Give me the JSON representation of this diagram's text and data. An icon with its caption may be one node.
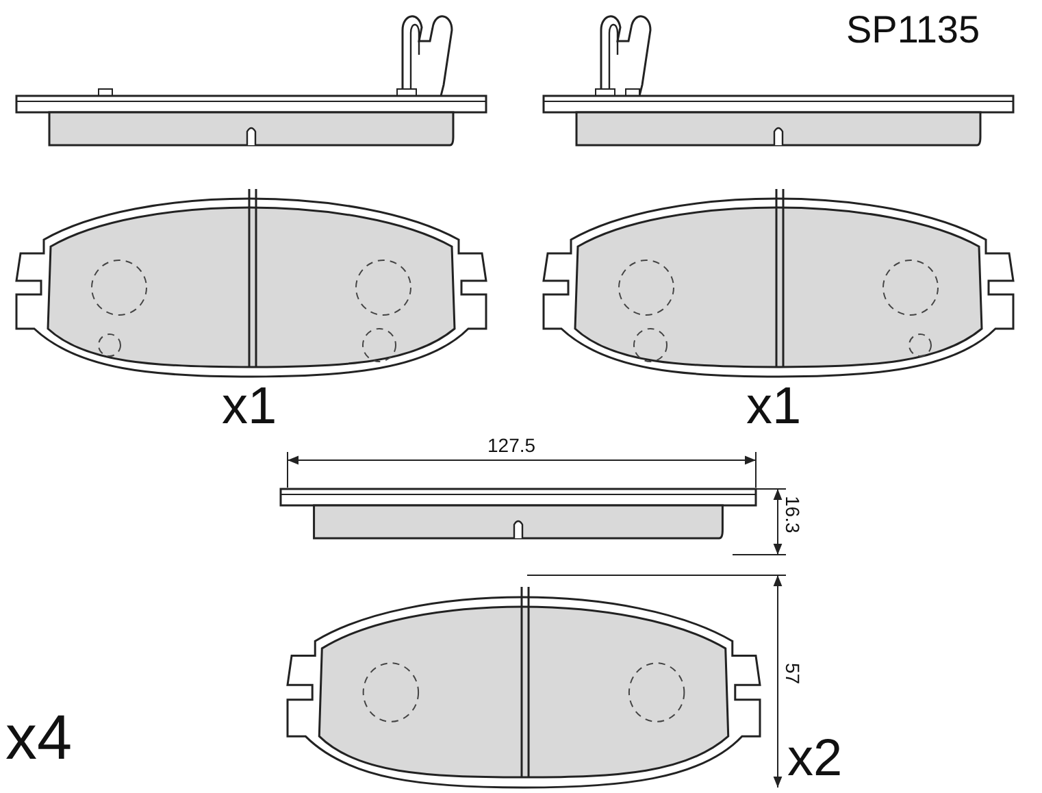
{
  "diagram": {
    "labels": [
      "SP1135",
      "x1",
      "x1",
      "127.5",
      "16.3",
      "57",
      "x4",
      "x2"
    ]
  }
}
